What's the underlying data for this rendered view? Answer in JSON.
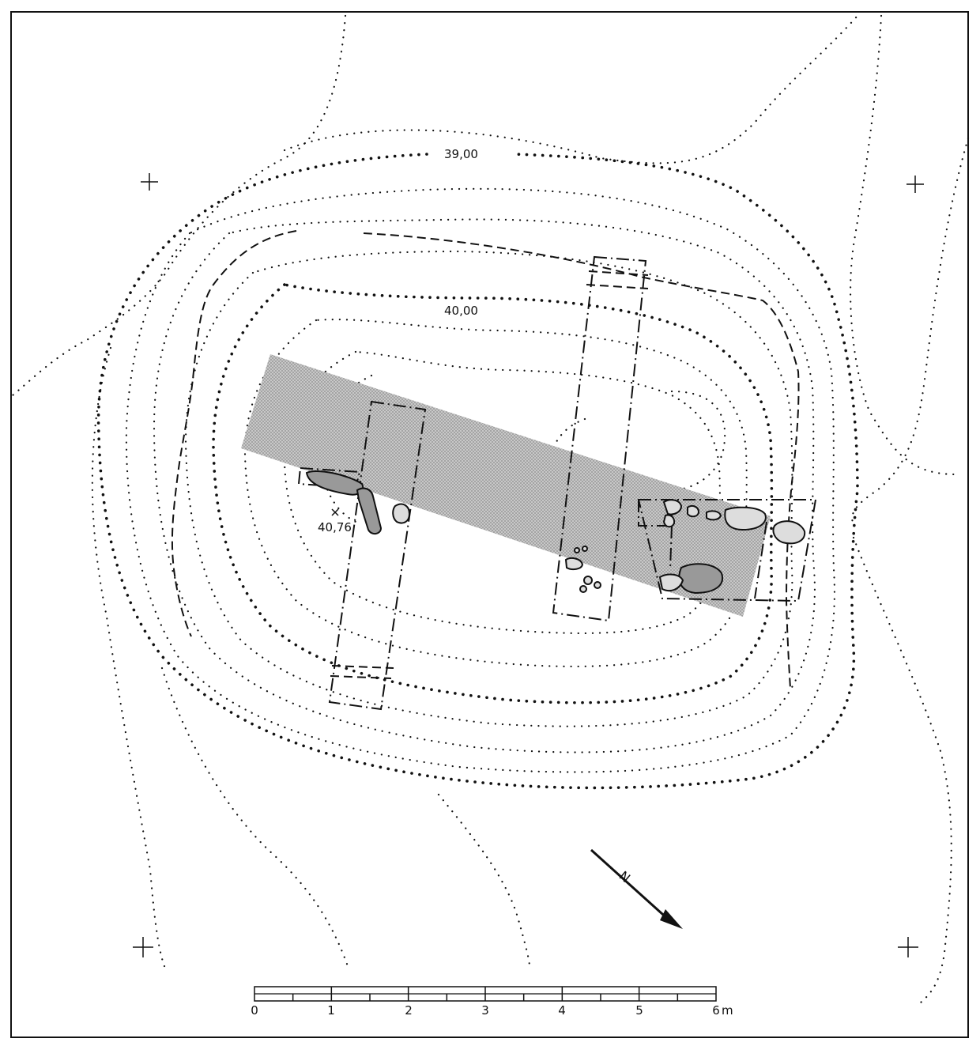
{
  "map": {
    "contour_labels": [
      "39,00",
      "40,00"
    ],
    "spot_height": "40,76",
    "north_label": "N"
  },
  "scale_bar": {
    "ticks": [
      "0",
      "1",
      "2",
      "3",
      "4",
      "5",
      "6"
    ],
    "unit": "m"
  },
  "colors": {
    "ink": "#111111",
    "trench_shade": "#bdbdbd",
    "background": "#ffffff"
  }
}
